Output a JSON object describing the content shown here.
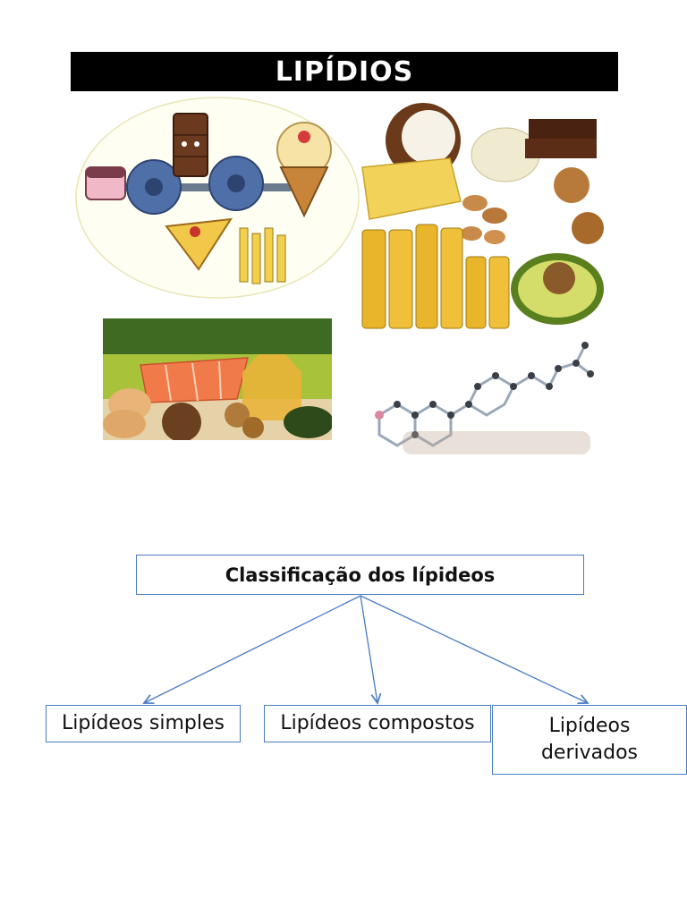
{
  "header": {
    "title": "LIPÍDIOS"
  },
  "illustrations": [
    {
      "icon": "cartoon-foods-weightlifting-icon"
    },
    {
      "icon": "fatty-foods-collage-icon"
    },
    {
      "icon": "salmon-eggs-oil-nuts-icon"
    },
    {
      "icon": "cholesterol-molecule-icon"
    }
  ],
  "diagram": {
    "root": "Classificação dos lípideos",
    "children": [
      "Lipídeos simples",
      "Lipídeos compostos",
      "Lipídeos derivados"
    ]
  },
  "colors": {
    "title_bar": "#000000",
    "box_border": "#4a7bc4",
    "arrow": "#4a7bc4"
  }
}
